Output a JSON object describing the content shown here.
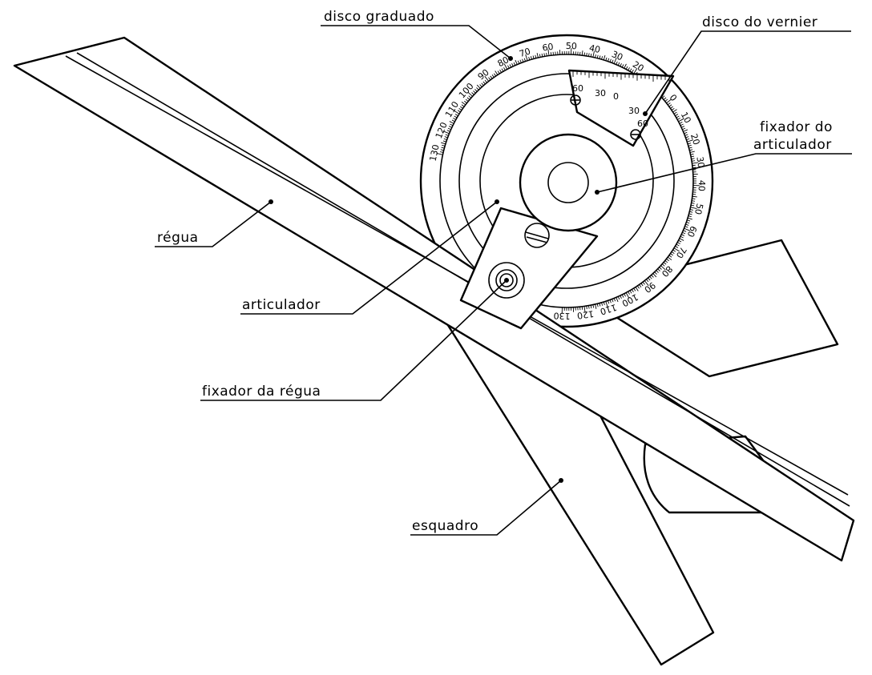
{
  "labels": {
    "disco_graduado": "disco graduado",
    "disco_vernier": "disco do vernier",
    "fixador_articulador_1": "fixador do",
    "fixador_articulador_2": "articulador",
    "regua": "régua",
    "articulador": "articulador",
    "fixador_regua": "fixador da régua",
    "esquadro": "esquadro"
  },
  "graduated_disc": {
    "numbers": [
      "130",
      "120",
      "110",
      "100",
      "90",
      "80",
      "70",
      "60",
      "50",
      "40",
      "30",
      "20",
      "10",
      "0",
      "10",
      "20",
      "30",
      "40",
      "50",
      "60",
      "70",
      "80",
      "90",
      "100",
      "110",
      "120",
      "130"
    ],
    "angles_deg": [
      -168,
      -158,
      -148,
      -138,
      -128,
      -118,
      -108,
      -98,
      -88,
      -78,
      -68,
      -58,
      -48,
      -38,
      -28,
      -18,
      -8,
      2,
      12,
      22,
      32,
      42,
      52,
      62,
      72,
      82,
      92
    ]
  },
  "vernier": {
    "numbers": [
      "60",
      "30",
      "0",
      "30",
      "60"
    ]
  },
  "colors": {
    "ink": "#000000",
    "paper": "#ffffff"
  }
}
